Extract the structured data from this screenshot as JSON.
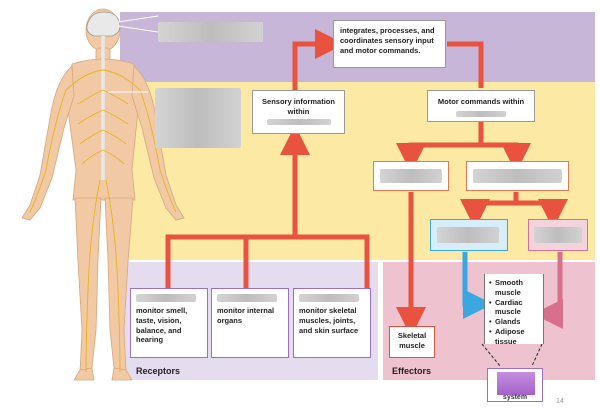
{
  "cns_box": {
    "text": "integrates, processes, and coordinates sensory input and motor commands."
  },
  "sensory_box": {
    "line1": "Sensory information",
    "line2": "within"
  },
  "motor_box": {
    "text": "Motor commands within"
  },
  "receptor_boxes": [
    {
      "text": "monitor smell, taste, vision, balance, and hearing"
    },
    {
      "text": "monitor internal organs"
    },
    {
      "text": "monitor skeletal muscles, joints, and skin surface"
    }
  ],
  "skeletal_box": {
    "text": "Skeletal muscle"
  },
  "effector_list": [
    "Smooth muscle",
    "Cardiac muscle",
    "Glands",
    "Adipose tissue"
  ],
  "labels": {
    "receptors": "Receptors",
    "effectors": "Effectors",
    "bottom_partial": "system",
    "page_number": "14"
  },
  "colors": {
    "arrow_red": "#e8523f",
    "arrow_blue": "#3aa7e0",
    "arrow_pink": "#d7708c"
  }
}
